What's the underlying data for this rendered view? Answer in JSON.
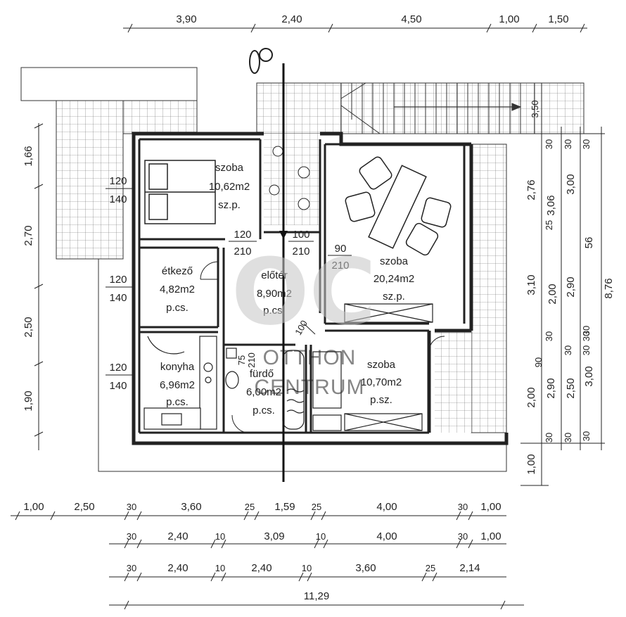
{
  "rooms": [
    {
      "name": "szoba",
      "area": "10,62m2",
      "floor": "sz.p."
    },
    {
      "name": "étkező",
      "area": "4,82m2",
      "floor": "p.cs."
    },
    {
      "name": "konyha",
      "area": "6,96m2",
      "floor": "p.cs."
    },
    {
      "name": "előtér",
      "area": "8,90m2",
      "floor": "p.cs."
    },
    {
      "name": "fürdő",
      "area": "6,00m2",
      "floor": "p.cs."
    },
    {
      "name": "szoba",
      "area": "20,24m2",
      "floor": "sz.p."
    },
    {
      "name": "szoba",
      "area": "10,70m2",
      "floor": "p.sz."
    }
  ],
  "doors": [
    "120",
    "140",
    "120",
    "140",
    "120",
    "140",
    "120",
    "210",
    "100",
    "210",
    "90",
    "210",
    "100",
    "75",
    "210"
  ],
  "dims": {
    "top": [
      "3,90",
      "2,40",
      "4,50",
      "1,00",
      "1,50"
    ],
    "left": [
      "1,66",
      "2,70",
      "2,50",
      "1,90"
    ],
    "right_a": [
      "3,50",
      "30",
      "2,76",
      "25",
      "3,10",
      "30",
      "90",
      "2,00",
      "30",
      "1,00"
    ],
    "right_b": [
      "30",
      "3,06",
      "2,00",
      "30",
      "2,90",
      "30"
    ],
    "right_c": [
      "30",
      "3,00",
      "56",
      "2,90",
      "30",
      "2,50",
      "30"
    ],
    "right_d": [
      "30",
      "8,76",
      "3,00",
      "30"
    ],
    "bottom1": [
      "1,00",
      "2,50",
      "30",
      "3,60",
      "25",
      "1,59",
      "25",
      "4,00",
      "30",
      "1,00"
    ],
    "bottom2": [
      "30",
      "2,40",
      "10",
      "3,09",
      "10",
      "4,00",
      "30",
      "1,00"
    ],
    "bottom3": [
      "30",
      "2,40",
      "10",
      "2,40",
      "10",
      "3,60",
      "25",
      "2,14"
    ],
    "total": "11,29"
  },
  "watermark": {
    "logo": "OC",
    "line1": "OTTHON",
    "line2": "CENTRUM"
  }
}
